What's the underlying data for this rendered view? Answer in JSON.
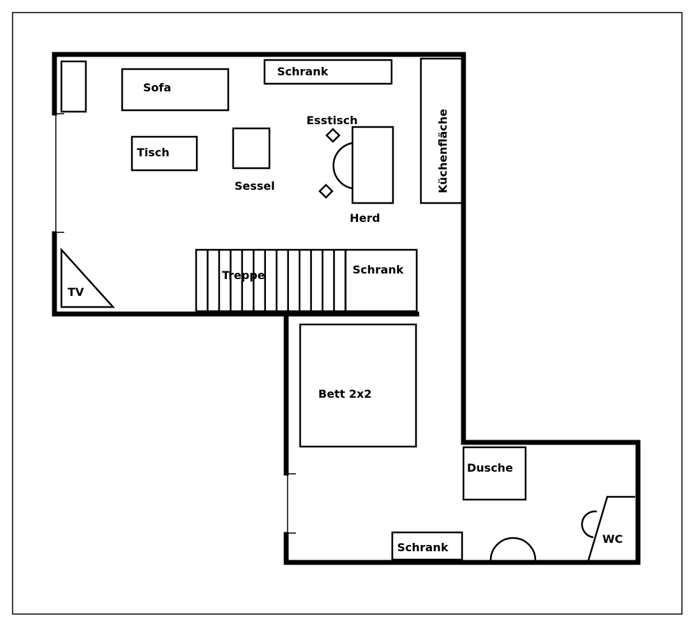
{
  "plan": {
    "labels": {
      "sofa": "Sofa",
      "schrank_top": "Schrank",
      "esstisch": "Esstisch",
      "tisch": "Tisch",
      "sessel": "Sessel",
      "herd": "Herd",
      "kuechenflaeche": "Küchenfläche",
      "treppe": "Treppe",
      "schrank_mid": "Schrank",
      "tv": "TV",
      "bett": "Bett 2x2",
      "dusche": "Dusche",
      "schrank_bottom": "Schrank",
      "wc": "WC"
    }
  }
}
